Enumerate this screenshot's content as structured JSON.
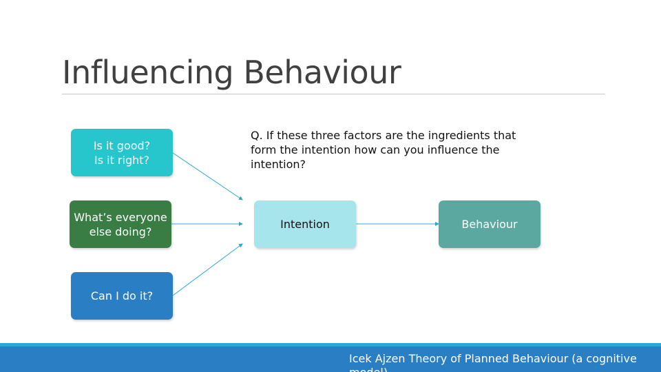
{
  "title": "Influencing Behaviour",
  "question": "Q. If these three factors are the ingredients that form the intention how can you influence the intention?",
  "nodes": {
    "good": "Is it good?\nIs it right?",
    "everyone": "What’s everyone\nelse doing?",
    "can_do": "Can I do it?",
    "intention": "Intention",
    "behaviour": "Behaviour"
  },
  "colors": {
    "good": "#26c6cc",
    "everyone": "#3a7d44",
    "can_do": "#2a7fc4",
    "intention": "#a6e5ec",
    "behaviour": "#5aa8a0",
    "arrow": "#2aa8d8"
  },
  "footer": "Icek Ajzen Theory of Planned Behaviour (a cognitive model)"
}
